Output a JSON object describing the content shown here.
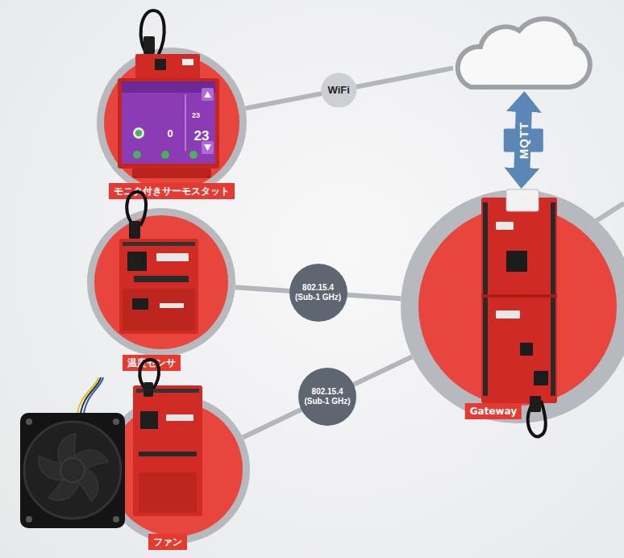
{
  "diagram": {
    "nodes": [
      {
        "text": [
          "モニタ付きサーモスタット"
        ]
      },
      {
        "text": []
      },
      {
        "text": [
          "温度センサ"
        ]
      },
      {
        "text": [
          "Gateway"
        ]
      },
      {
        "text": [
          "ファン"
        ]
      }
    ],
    "edges": [
      {
        "from": 0,
        "to": 1,
        "arrow": "none",
        "label": "WiFi"
      },
      {
        "from": 1,
        "to": 3,
        "arrow": "both",
        "label": "MQTT"
      },
      {
        "from": 2,
        "to": 3,
        "arrow": "none",
        "label": "802.15.4 (Sub-1 GHz)"
      },
      {
        "from": 4,
        "to": 3,
        "arrow": "none",
        "label": "802.15.4 (Sub-1 GHz)"
      }
    ],
    "labels": [
      "23",
      "0",
      "23"
    ]
  }
}
